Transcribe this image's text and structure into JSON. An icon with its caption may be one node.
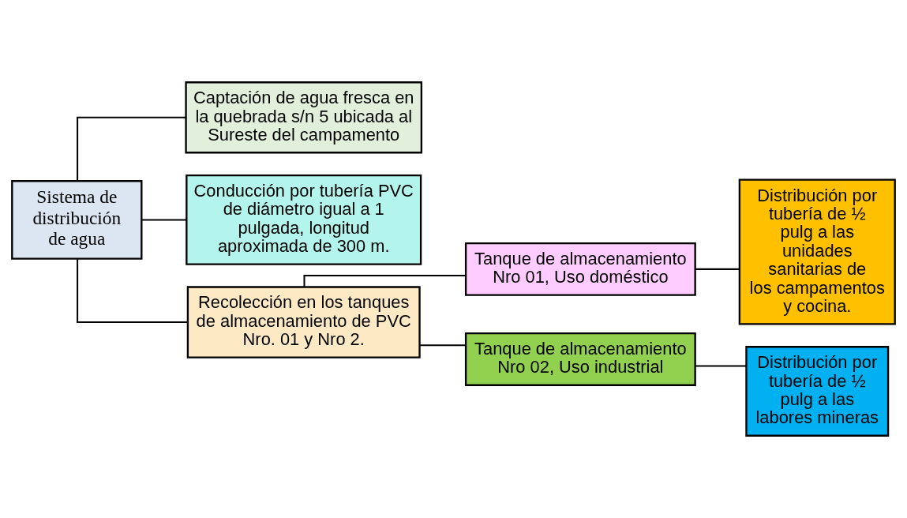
{
  "diagram": {
    "nodes": [
      {
        "text": [
          "Sistema de distribución de agua"
        ]
      },
      {
        "text": [
          "Captación de agua fresca en la quebrada s/n 5 ubicada al Sureste del campamento"
        ]
      },
      {
        "text": [
          "Conducción por tubería PVC de diámetro igual a 1 pulgada, longitud aproximada de 300 m."
        ]
      },
      {
        "text": [
          "Recolección en los tanques de almacenamiento de PVC Nro. 01 y Nro 2."
        ]
      },
      {
        "text": [
          "Tanque de almacenamiento Nro 01, Uso doméstico"
        ]
      },
      {
        "text": [
          "Tanque de almacenamiento Nro 02, Uso industrial"
        ]
      },
      {
        "text": [
          "Distribución por tubería de ½ pulg a las unidades sanitarias de los campamentos y cocina."
        ]
      },
      {
        "text": [
          "Distribución por tubería de ½ pulg a las labores mineras"
        ]
      }
    ],
    "edges": [
      {
        "from": 0,
        "to": 1,
        "arrow": "none"
      },
      {
        "from": 0,
        "to": 2,
        "arrow": "none"
      },
      {
        "from": 0,
        "to": 3,
        "arrow": "none"
      },
      {
        "from": 3,
        "to": 4,
        "arrow": "none"
      },
      {
        "from": 3,
        "to": 5,
        "arrow": "none"
      },
      {
        "from": 4,
        "to": 6,
        "arrow": "none"
      },
      {
        "from": 5,
        "to": 7,
        "arrow": "none"
      }
    ]
  }
}
